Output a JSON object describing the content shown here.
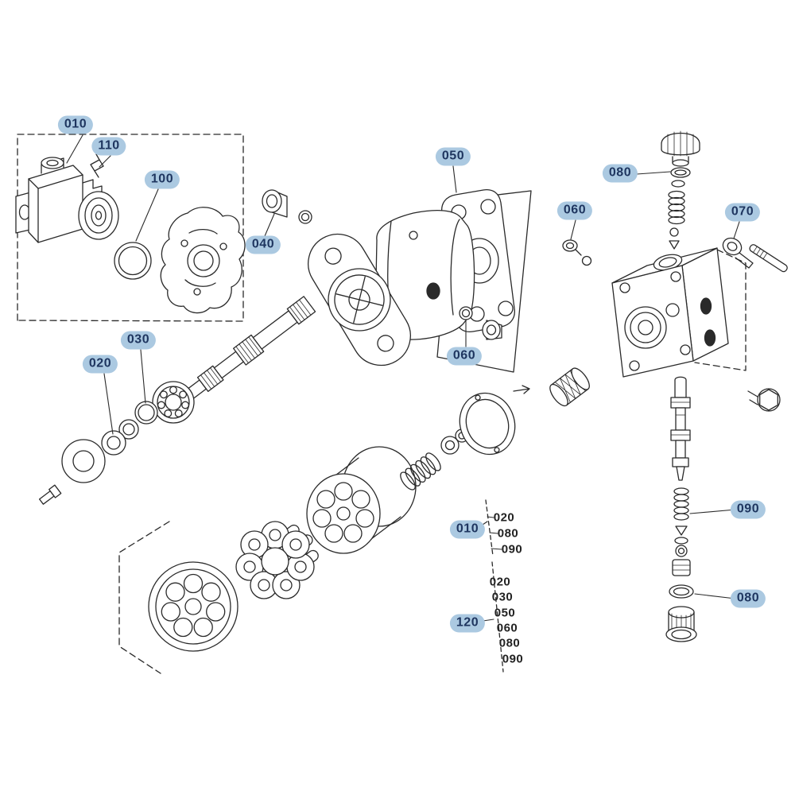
{
  "page": {
    "description_label": "Hydraulic pump exploded parts diagram"
  },
  "colors": {
    "highlight_bg": "#abc9e1",
    "highlight_text": "#1e355f",
    "plain_text": "#222222",
    "line": "#2a2a2a",
    "background": "#ffffff"
  },
  "callouts": [
    {
      "ref": "010",
      "part": "pump-assembly",
      "text": "010"
    },
    {
      "ref": "110",
      "part": "screw",
      "text": "110"
    },
    {
      "ref": "100",
      "part": "o-ring",
      "text": "100"
    },
    {
      "ref": "040",
      "part": "plug",
      "text": "040"
    },
    {
      "ref": "050",
      "part": "rear-cover",
      "text": "050"
    },
    {
      "ref": "080",
      "part": "o-ring-top",
      "text": "080"
    },
    {
      "ref": "060",
      "part": "plug-top",
      "text": "060"
    },
    {
      "ref": "070",
      "part": "bolt",
      "text": "070"
    },
    {
      "ref": "020",
      "part": "washer",
      "text": "020"
    },
    {
      "ref": "030",
      "part": "snap-ring",
      "text": "030"
    },
    {
      "ref": "060",
      "part": "plug-mid",
      "text": "060"
    },
    {
      "ref": "090",
      "part": "spring",
      "text": "090"
    },
    {
      "ref": "080",
      "part": "o-ring-bottom",
      "text": "080"
    }
  ],
  "reference_lists": {
    "group_010": {
      "label": "010",
      "items": [
        "020",
        "080",
        "090"
      ]
    },
    "group_120": {
      "label": "120",
      "items": [
        "020",
        "030",
        "050",
        "060",
        "080",
        "090"
      ]
    }
  }
}
